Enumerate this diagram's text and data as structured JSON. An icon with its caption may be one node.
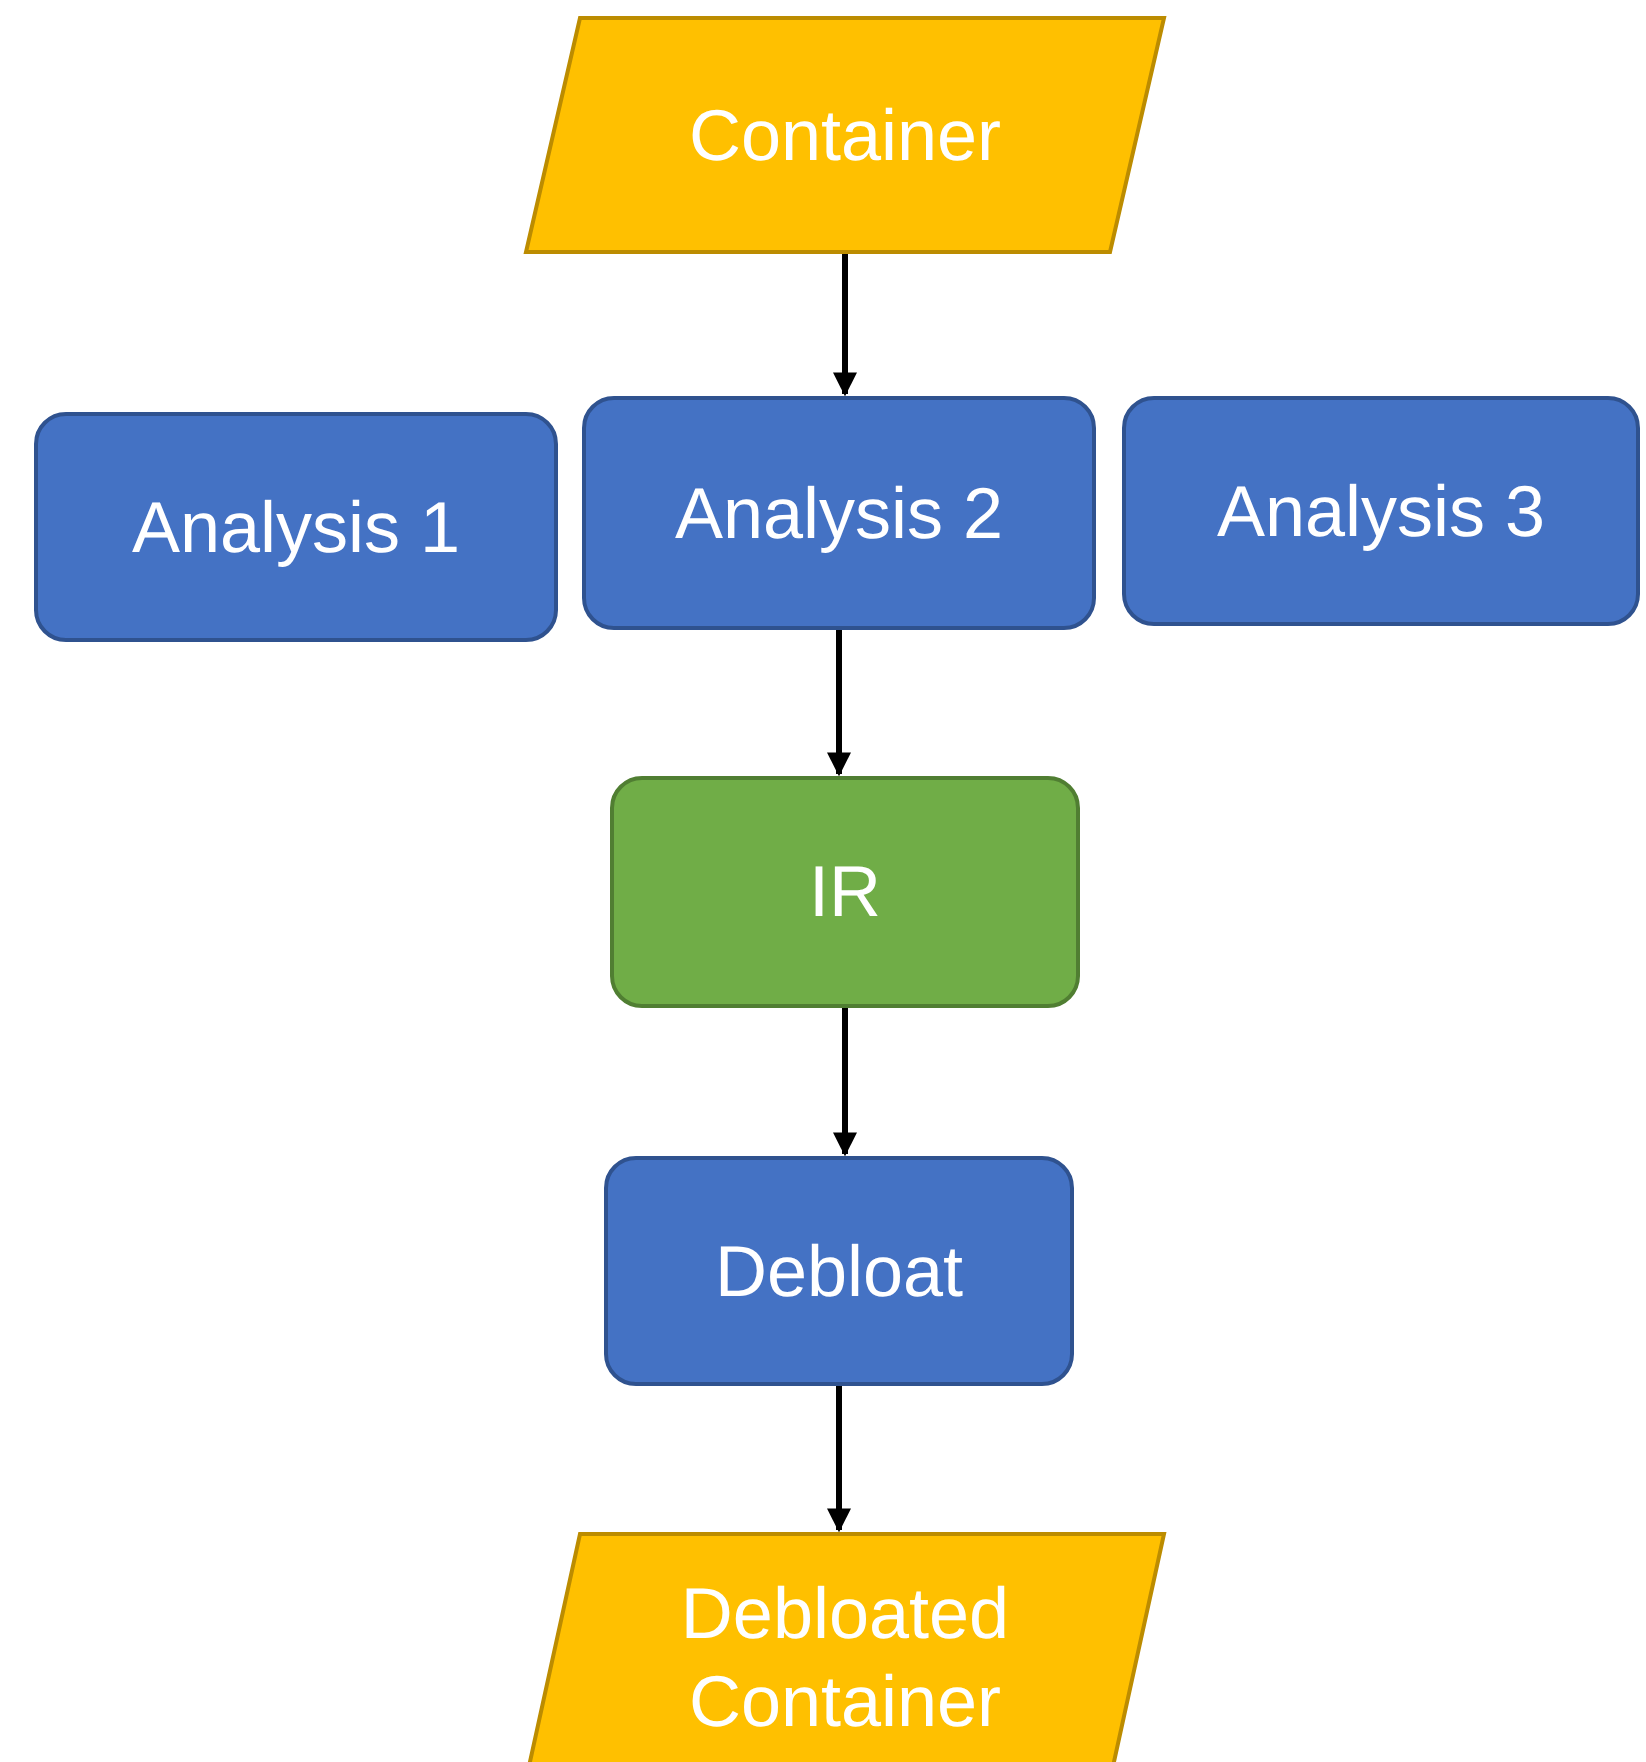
{
  "diagram": {
    "nodes": [
      {
        "text": [
          "Container"
        ]
      },
      {
        "text": [
          "Analysis 1"
        ]
      },
      {
        "text": [
          "Analysis 2"
        ]
      },
      {
        "text": [
          "Analysis 3"
        ]
      },
      {
        "text": [
          "IR"
        ]
      },
      {
        "text": [
          "Debloat"
        ]
      },
      {
        "text": [
          "Debloated Container"
        ]
      }
    ],
    "edges": [
      {
        "from": 0,
        "to": 2,
        "arrow": "to"
      },
      {
        "from": 2,
        "to": 4,
        "arrow": "to"
      },
      {
        "from": 4,
        "to": 5,
        "arrow": "to"
      },
      {
        "from": 5,
        "to": 6,
        "arrow": "to"
      }
    ]
  }
}
